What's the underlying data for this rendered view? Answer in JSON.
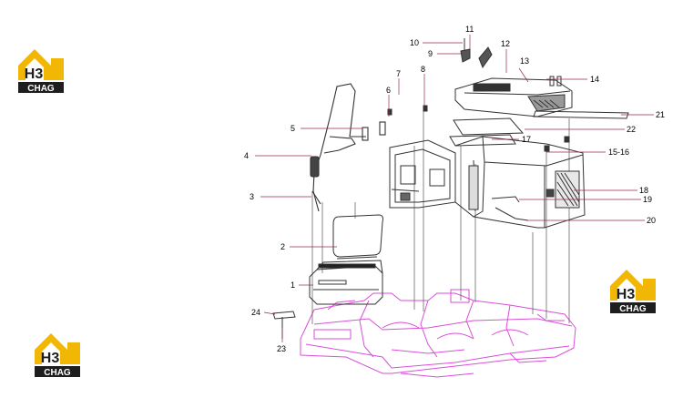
{
  "logo": {
    "mark": "H3",
    "text": "CHAG",
    "accent": "#f2b705",
    "dark": "#1e1e1e"
  },
  "callouts": [
    {
      "label": "1"
    },
    {
      "label": "2"
    },
    {
      "label": "3"
    },
    {
      "label": "4"
    },
    {
      "label": "5"
    },
    {
      "label": "6"
    },
    {
      "label": "7"
    },
    {
      "label": "8"
    },
    {
      "label": "9"
    },
    {
      "label": "10"
    },
    {
      "label": "11"
    },
    {
      "label": "12"
    },
    {
      "label": "13"
    },
    {
      "label": "14"
    },
    {
      "label": "15-16"
    },
    {
      "label": "17"
    },
    {
      "label": "18"
    },
    {
      "label": "19"
    },
    {
      "label": "20"
    },
    {
      "label": "21"
    },
    {
      "label": "22"
    },
    {
      "label": "23"
    },
    {
      "label": "24"
    }
  ],
  "colors": {
    "base": "#d94fd9",
    "part": "#333333",
    "leader": "#9a2a4a"
  }
}
